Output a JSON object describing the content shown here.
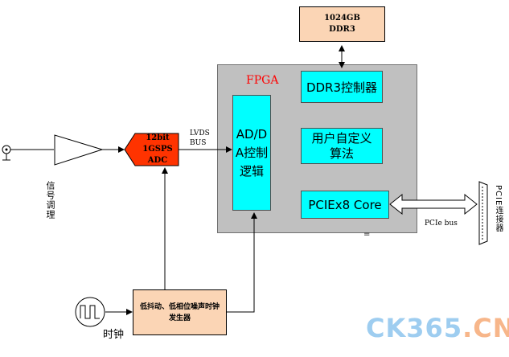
{
  "fpga": {
    "label": "FPGA"
  },
  "ddr_memory": {
    "line1": "1024GB",
    "line2": "DDR3"
  },
  "ddr_controller": {
    "label": "DDR3控制器"
  },
  "user_algorithm": {
    "line1": "用户自定义",
    "line2": "算法"
  },
  "pcie_core": {
    "label": "PCIEx8 Core"
  },
  "adda_logic": {
    "label": "AD/DA控制逻辑"
  },
  "adc": {
    "line1": "12bit",
    "line2": "1GSPS",
    "line3": "ADC"
  },
  "lvds_bus": {
    "line1": "LVDS",
    "line2": "BUS"
  },
  "pcie_bus": {
    "label": "PCIe bus"
  },
  "equals_mark": "=",
  "signal_conditioning": {
    "label": "信号调理"
  },
  "pcie_connector": {
    "label": "PCIE连接器"
  },
  "clock": {
    "label": "时钟"
  },
  "clock_generator": {
    "label": "低抖动、低相位噪声时钟发生器"
  },
  "watermark": {
    "part1": "CK365",
    "part2": ".CN"
  },
  "colors": {
    "fpga_bg": "#c0c0c0",
    "cyan_block": "#00ffff",
    "peach_block": "#fbd5b5",
    "adc_red": "#ff3300",
    "fpga_label": "#ff0000"
  }
}
